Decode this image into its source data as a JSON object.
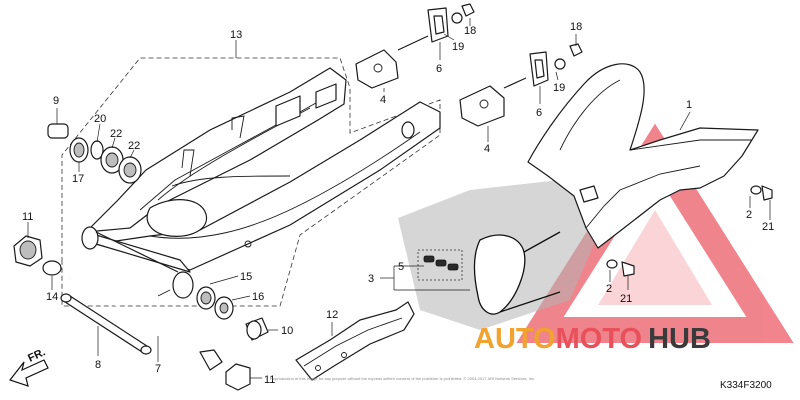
{
  "callouts": {
    "c13": "13",
    "c9": "9",
    "c20": "20",
    "c22a": "22",
    "c22b": "22",
    "c17": "17",
    "c11a": "11",
    "c14": "14",
    "c8": "8",
    "c7": "7",
    "c15": "15",
    "c16": "16",
    "c10": "10",
    "c11b": "11",
    "c12": "12",
    "c3": "3",
    "c5": "5",
    "c4a": "4",
    "c4b": "4",
    "c6a": "6",
    "c6b": "6",
    "c19a": "19",
    "c19b": "19",
    "c18a": "18",
    "c18b": "18",
    "c1": "1",
    "c2a": "2",
    "c21a": "21",
    "c2b": "2",
    "c21b": "21"
  },
  "direction_label": "FR.",
  "diagram_code": "K334F3200",
  "watermark": {
    "part1": "AUTO",
    "part2": "MOTO",
    "part3": "HUB"
  },
  "copyright_note": "Reproduction of this image for any purpose without the express written consent of the publisher is prohibited. © 2004-2017 ARI Network Services, Inc.",
  "colors": {
    "watermark_red": "#e8505b",
    "watermark_gold": "#f2a22e",
    "watermark_dark": "#3a3a3a"
  }
}
